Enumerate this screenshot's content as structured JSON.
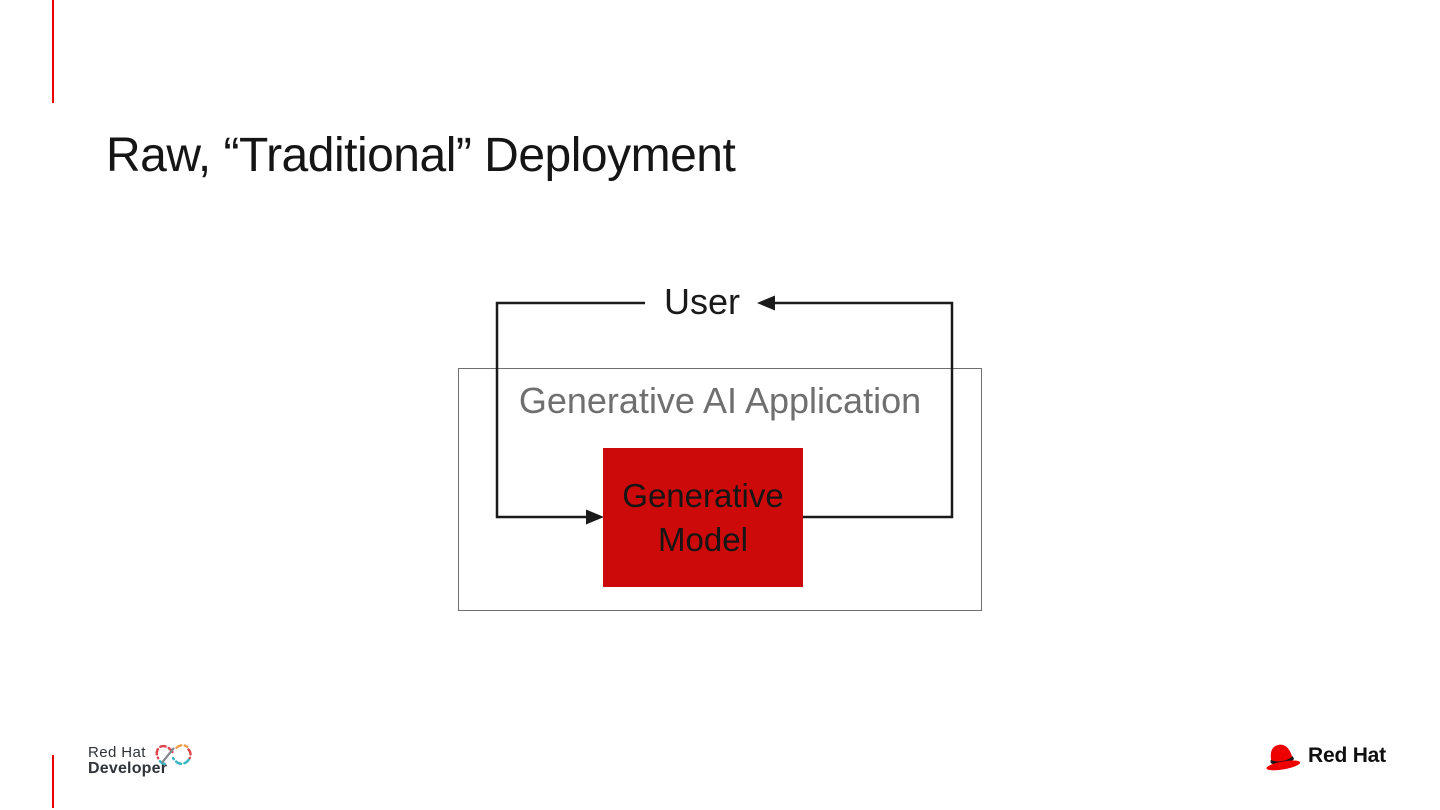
{
  "slide": {
    "title": "Raw, “Traditional” Deployment"
  },
  "diagram": {
    "user_label": "User",
    "app_box_label": "Generative AI Application",
    "model_box_label": "Generative Model"
  },
  "footer": {
    "developer_logo": {
      "brand": "Red Hat",
      "product": "Developer"
    },
    "red_hat_logo": {
      "text": "Red Hat"
    }
  },
  "icons": {
    "infinity_logo": "infinity-x-logo-icon",
    "fedora": "red-hat-fedora-icon",
    "arrow_left": "arrowhead-left-icon",
    "arrow_right": "arrowhead-right-icon"
  },
  "colors": {
    "accent_red": "#ee0000",
    "model_box_red": "#cc0a0a",
    "line_black": "#1a1a1a",
    "border_gray": "#6f6f6f",
    "label_gray": "#6f6f6f",
    "title_black": "#151515",
    "logo_red": "#e0434a",
    "logo_orange": "#f0a04a",
    "logo_teal": "#35b5c1",
    "logo_slash": "#85898d",
    "fedora_red": "#ee0000"
  }
}
